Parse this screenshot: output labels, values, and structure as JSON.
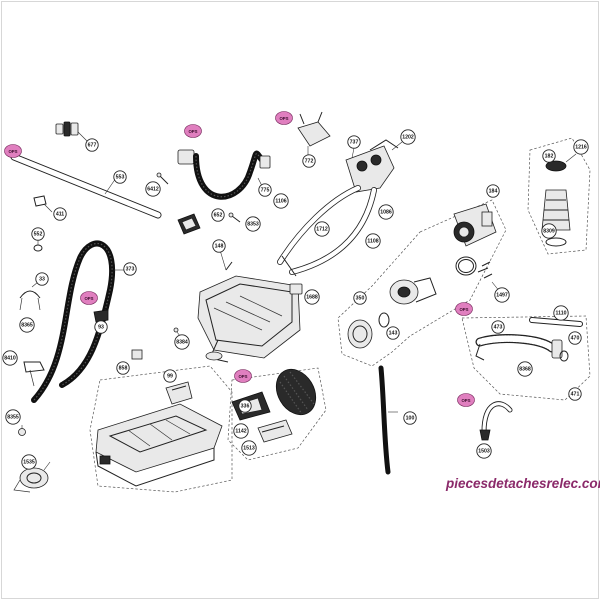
{
  "colors": {
    "ops_badge": "#e07fbf",
    "watermark": "#8b2a6a",
    "line": "#222222",
    "frame": "#d7d7d7"
  },
  "badge_text": "OPS",
  "watermark": "piecesdetachesrelec.com",
  "part_labels": [
    "677",
    "553",
    "411",
    "552",
    "33",
    "8365",
    "8410",
    "8355",
    "1535",
    "373",
    "93",
    "858",
    "99",
    "6412",
    "775",
    "652",
    "8353",
    "772",
    "737",
    "1202",
    "1086",
    "1106",
    "1712",
    "1108",
    "148",
    "1688",
    "8384",
    "336",
    "1142",
    "1513",
    "100",
    "184",
    "1497",
    "350",
    "143",
    "1110",
    "473",
    "470",
    "8368",
    "471",
    "1216",
    "182",
    "8309",
    "1503"
  ]
}
